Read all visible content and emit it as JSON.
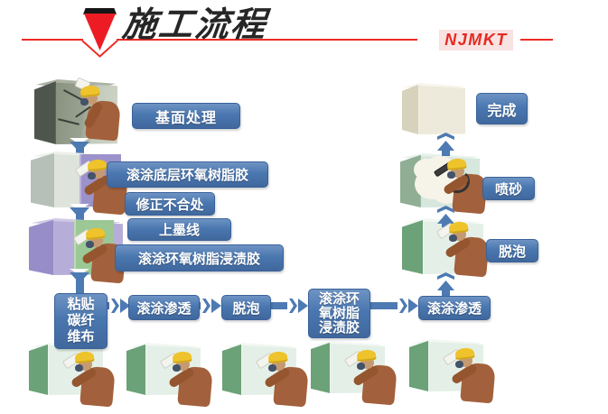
{
  "header": {
    "title": "施工流程",
    "brand": "NJMKT"
  },
  "flow": {
    "left_steps": [
      {
        "label": "基面处理"
      },
      {
        "label": "滚涂底层环氧树脂胶"
      },
      {
        "label": "修正不合处"
      },
      {
        "label": "上墨线"
      },
      {
        "label": "滚涂环氧树脂浸渍胶"
      }
    ],
    "bottom_steps": [
      {
        "label": "粘贴\n碳纤\n维布"
      },
      {
        "label": "滚涂渗透"
      },
      {
        "label": "脱泡"
      },
      {
        "label": "滚涂环\n氧树脂\n浸渍胶"
      },
      {
        "label": "滚涂渗透"
      }
    ],
    "right_steps": [
      {
        "label": "脱泡"
      },
      {
        "label": "喷砂"
      },
      {
        "label": "完成"
      }
    ]
  },
  "colors": {
    "accent_red": "#ed1c24",
    "label_blue": "#4d7ab2",
    "label_blue_dark": "#39629b",
    "brand_bg": "#f9e2e2"
  }
}
